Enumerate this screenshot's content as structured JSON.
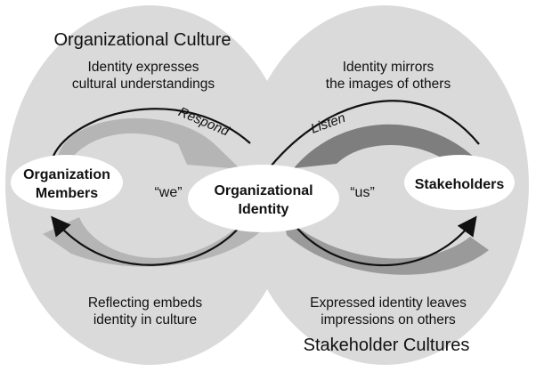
{
  "diagram": {
    "left_region_title": "Organizational Culture",
    "right_region_title": "Stakeholder Cultures",
    "top_left_caption_line1": "Identity expresses",
    "top_left_caption_line2": "cultural understandings",
    "top_right_caption_line1": "Identity mirrors",
    "top_right_caption_line2": "the images of others",
    "bottom_left_caption_line1": "Reflecting embeds",
    "bottom_left_caption_line2": "identity in culture",
    "bottom_right_caption_line1": "Expressed identity leaves",
    "bottom_right_caption_line2": "impressions on others",
    "left_node_line1": "Organization",
    "left_node_line2": "Members",
    "center_node_line1": "Organizational",
    "center_node_line2": "Identity",
    "right_node": "Stakeholders",
    "we_label": "“we”",
    "us_label": "“us”",
    "respond_label": "Respond",
    "listen_label": "Listen",
    "colors": {
      "region_fill": "#dadada",
      "node_fill": "#ffffff",
      "flow_light": "#b5b5b5",
      "flow_dark": "#7e7e7e",
      "line": "#111111"
    }
  }
}
